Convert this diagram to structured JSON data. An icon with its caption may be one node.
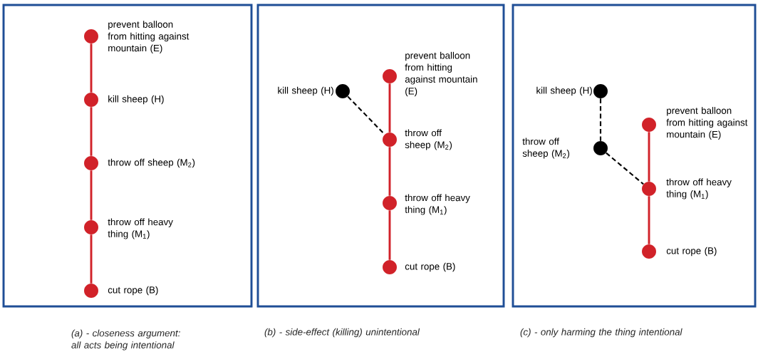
{
  "diagram": {
    "nodes": [
      {
        "text": [],
        "shape": "box",
        "beside": [
          "(a) - closeness argument: all acts being intentional"
        ]
      },
      {
        "text": [],
        "shape": "circle",
        "beside": [
          "prevent balloon from hitting against mountain (E)"
        ],
        "in": 0
      },
      {
        "text": [],
        "shape": "circle",
        "beside": [
          "kill sheep (H)"
        ],
        "in": 0
      },
      {
        "text": [],
        "shape": "circle",
        "beside": [
          "throw off sheep (M$_{2}$)"
        ],
        "in": 0
      },
      {
        "text": [],
        "shape": "circle",
        "beside": [
          "throw off heavy thing (M$_{1}$)"
        ],
        "in": 0
      },
      {
        "text": [],
        "shape": "circle",
        "beside": [
          "cut rope (B)"
        ],
        "in": 0
      },
      {
        "text": [],
        "shape": "box",
        "beside": [
          "(b) - side-effect (killing) unintentional"
        ]
      },
      {
        "text": [],
        "shape": "circle",
        "beside": [
          "prevent balloon from hitting against mountain (E)"
        ],
        "in": 6
      },
      {
        "text": [],
        "shape": "circle",
        "beside": [
          "kill sheep (H)"
        ],
        "in": 6
      },
      {
        "text": [],
        "shape": "circle",
        "beside": [
          "throw off sheep (M$_{2}$)"
        ],
        "in": 6
      },
      {
        "text": [],
        "shape": "circle",
        "beside": [
          "throw off heavy thing (M$_{1}$)"
        ],
        "in": 6
      },
      {
        "text": [],
        "shape": "circle",
        "beside": [
          "cut rope (B)"
        ],
        "in": 6
      },
      {
        "text": [],
        "shape": "box",
        "beside": [
          "(c) - only harming the thing intentional"
        ]
      },
      {
        "text": [],
        "shape": "circle",
        "beside": [
          "prevent balloon from hitting against mountain (E)"
        ],
        "in": 12
      },
      {
        "text": [],
        "shape": "circle",
        "beside": [
          "kill sheep (H)"
        ],
        "in": 12
      },
      {
        "text": [],
        "shape": "circle",
        "beside": [
          "throw off sheep (M$_{2}$)"
        ],
        "in": 12
      },
      {
        "text": [],
        "shape": "circle",
        "beside": [
          "throw off heavy thing (M$_{1}$)"
        ],
        "in": 12
      },
      {
        "text": [],
        "shape": "circle",
        "beside": [
          "cut rope (B)"
        ],
        "in": 12
      }
    ],
    "edges": [
      {
        "from": 1,
        "to": 2,
        "arrow": "none"
      },
      {
        "from": 2,
        "to": 3,
        "arrow": "none"
      },
      {
        "from": 3,
        "to": 4,
        "arrow": "none"
      },
      {
        "from": 4,
        "to": 5,
        "arrow": "none"
      },
      {
        "from": 7,
        "to": 9,
        "arrow": "none"
      },
      {
        "from": 9,
        "to": 10,
        "arrow": "none"
      },
      {
        "from": 10,
        "to": 11,
        "arrow": "none"
      },
      {
        "from": 8,
        "to": 9,
        "arrow": "none",
        "style": "dashed",
        "color": "#000000"
      },
      {
        "from": 13,
        "to": 16,
        "arrow": "none"
      },
      {
        "from": 16,
        "to": 17,
        "arrow": "none"
      },
      {
        "from": 14,
        "to": 15,
        "arrow": "none",
        "style": "dashed",
        "color": "#000000"
      },
      {
        "from": 15,
        "to": 16,
        "arrow": "none",
        "style": "dashed",
        "color": "#000000"
      }
    ]
  }
}
